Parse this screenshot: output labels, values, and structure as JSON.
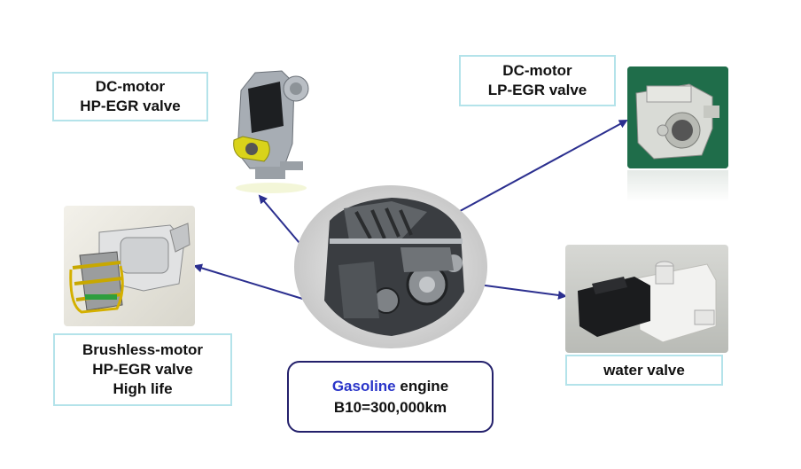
{
  "labels": {
    "dc_hp": [
      "DC-motor",
      "HP-EGR valve"
    ],
    "dc_lp": [
      "DC-motor",
      "LP-EGR valve"
    ],
    "brushless": [
      "Brushless-motor",
      "HP-EGR valve",
      "High life"
    ],
    "water": "water valve"
  },
  "center": {
    "highlight": "Gasoline",
    "rest": " engine",
    "line2": "B10=300,000km"
  },
  "colors": {
    "arrow": "#2b2f8f",
    "label_border": "#b4e3ea",
    "center_border": "#23206b",
    "accent": "#2a35c9"
  }
}
